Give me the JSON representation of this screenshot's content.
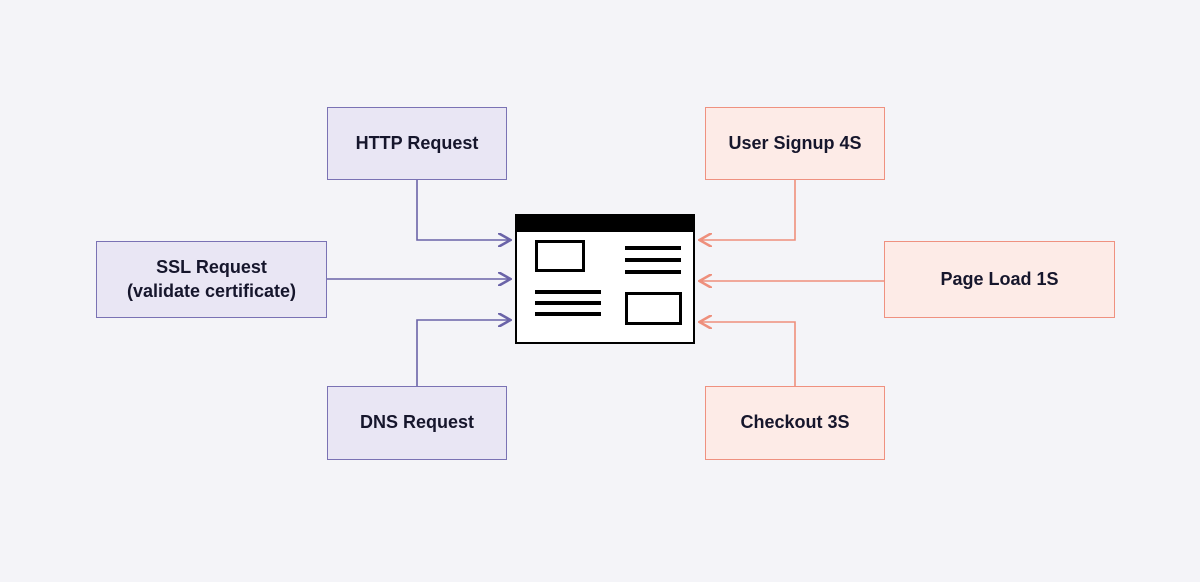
{
  "diagram": {
    "type": "hub-and-spoke",
    "center": {
      "icon": "browser-window-icon",
      "meaning": "web page / browser"
    },
    "nodes": {
      "http": {
        "label": "HTTP Request",
        "group": "request",
        "side": "left"
      },
      "ssl": {
        "label": "SSL Request\n(validate certificate)",
        "group": "request",
        "side": "left"
      },
      "dns": {
        "label": "DNS Request",
        "group": "request",
        "side": "left"
      },
      "signup": {
        "label": "User Signup 4S",
        "group": "timing",
        "side": "right"
      },
      "pageload": {
        "label": "Page Load 1S",
        "group": "timing",
        "side": "right"
      },
      "checkout": {
        "label": "Checkout 3S",
        "group": "timing",
        "side": "right"
      }
    },
    "connections": [
      {
        "from": "http",
        "to": "browser",
        "color": "purple"
      },
      {
        "from": "ssl",
        "to": "browser",
        "color": "purple"
      },
      {
        "from": "dns",
        "to": "browser",
        "color": "purple"
      },
      {
        "from": "signup",
        "to": "browser",
        "color": "pink"
      },
      {
        "from": "pageload",
        "to": "browser",
        "color": "pink"
      },
      {
        "from": "checkout",
        "to": "browser",
        "color": "pink"
      }
    ],
    "colors": {
      "background": "#f4f4f8",
      "purple_fill": "#e9e6f4",
      "purple_border": "#7a72b4",
      "purple_arrow": "#6a63a8",
      "pink_fill": "#fdebe7",
      "pink_border": "#ef9180",
      "pink_arrow": "#ee8f7c",
      "text": "#16162c"
    }
  }
}
